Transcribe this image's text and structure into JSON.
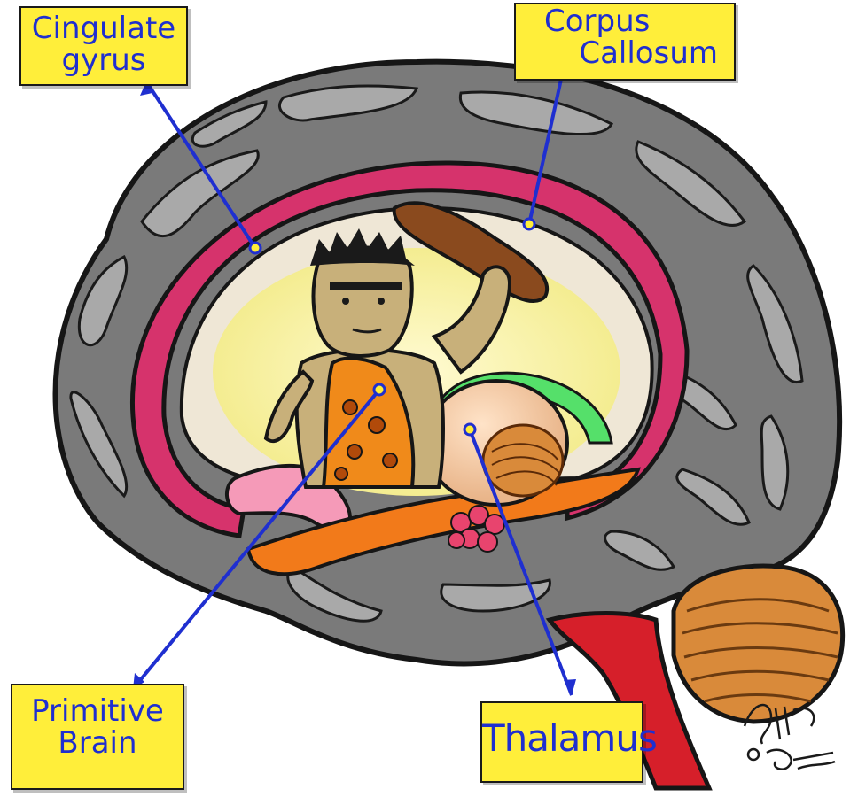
{
  "labels": {
    "cingulate_gyrus": {
      "line1": "Cingulate",
      "line2": "gyrus"
    },
    "corpus_callosum": {
      "line1": "Corpus",
      "line2": "Callosum"
    },
    "primitive_brain": {
      "line1": "Primitive",
      "line2": "Brain"
    },
    "thalamus": {
      "line1": "Thalamus"
    }
  },
  "colors": {
    "label_background": "#ffee3a",
    "label_text": "#1f2fd0",
    "pointer_line": "#1f2fd0",
    "cortex": "#7a7a7a",
    "cingulate": "#d6336c",
    "corpus_callosum_fill": "#efe7d6",
    "caveman_glow": "#fbf6a8",
    "brainstem": "#d61f2a",
    "cerebellum": "#d98a3a"
  },
  "icons": {
    "signature": "artist-signature-icon",
    "caveman": "caveman-illustration-icon"
  }
}
